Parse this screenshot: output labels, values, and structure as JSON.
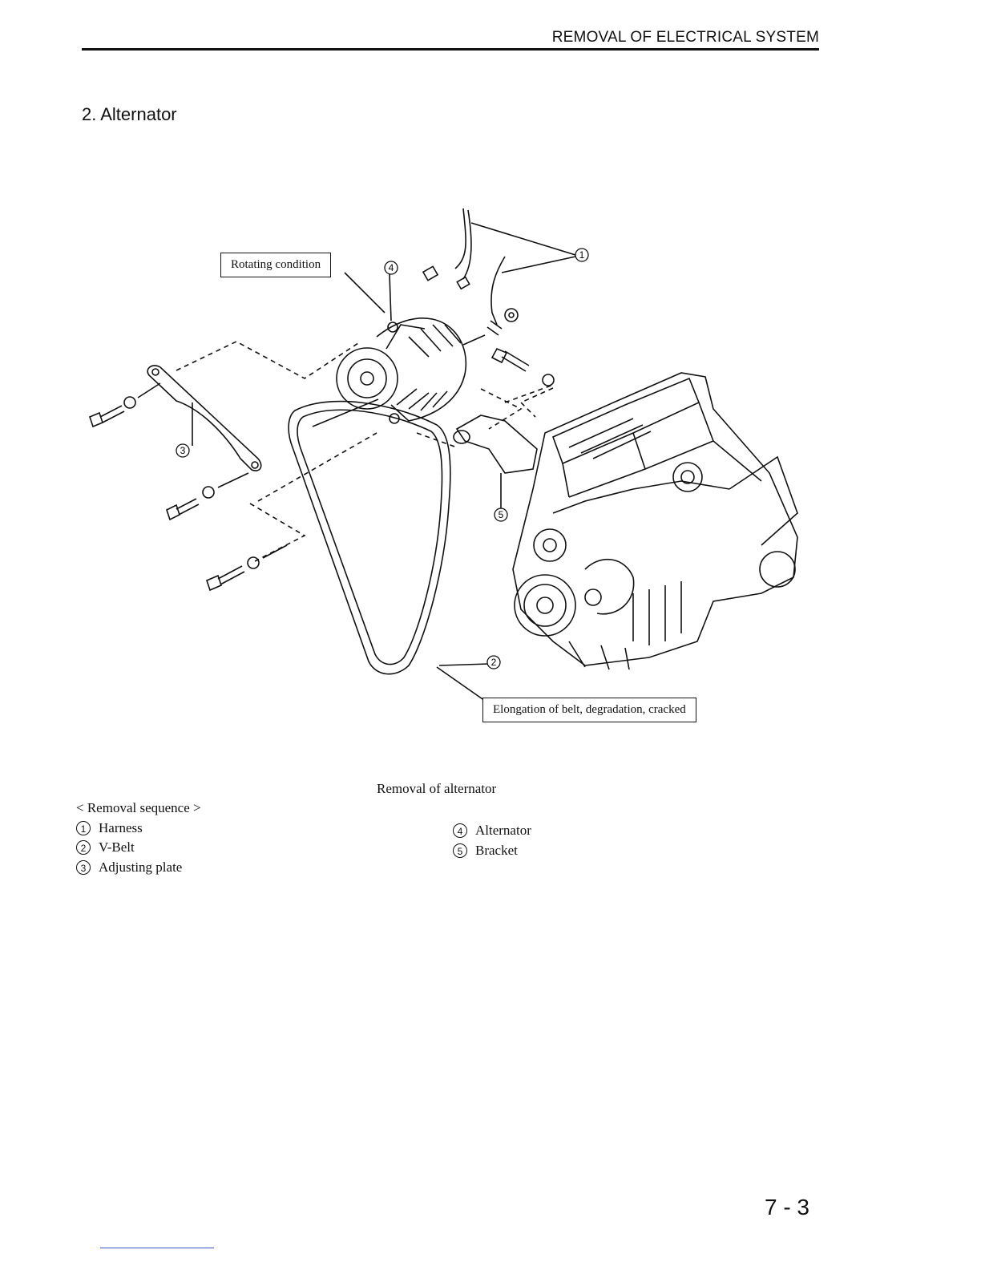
{
  "header": {
    "title": "REMOVAL OF ELECTRICAL SYSTEM"
  },
  "section": {
    "title": "2.  Alternator"
  },
  "figure": {
    "callout_top": "Rotating condition",
    "callout_bottom": "Elongation of belt, degradation, cracked",
    "labels": [
      "1",
      "2",
      "3",
      "4",
      "5"
    ],
    "caption": "Removal of alternator"
  },
  "sequence": {
    "heading": "< Removal sequence >",
    "items": [
      {
        "num": "1",
        "label": "Harness"
      },
      {
        "num": "2",
        "label": "V-Belt"
      },
      {
        "num": "3",
        "label": "Adjusting plate"
      },
      {
        "num": "4",
        "label": "Alternator"
      },
      {
        "num": "5",
        "label": "Bracket"
      }
    ]
  },
  "footer": {
    "page_number": "7 - 3"
  },
  "colors": {
    "ink": "#111111",
    "link": "#3a55c8"
  }
}
